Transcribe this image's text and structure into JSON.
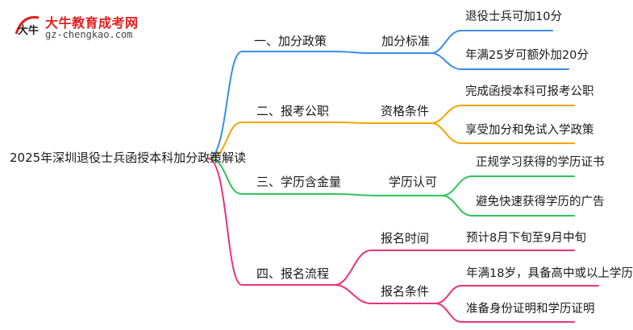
{
  "logo": {
    "brand": "大牛教育成考网",
    "url": "gz-chengkao.com",
    "mark_text": "大牛"
  },
  "root": "2025年深圳退役士兵函授本科加分政策解读",
  "colors": {
    "blue": "#3a8ee6",
    "orange": "#f0a500",
    "green": "#2ec45a",
    "pink": "#e8337a"
  },
  "branches": [
    {
      "label": "一、加分政策",
      "color": "blue",
      "subs": [
        {
          "label": "加分标准",
          "leaves": [
            "退役士兵可加10分",
            "年满25岁可额外加20分"
          ]
        }
      ]
    },
    {
      "label": "二、报考公职",
      "color": "orange",
      "subs": [
        {
          "label": "资格条件",
          "leaves": [
            "完成函授本科可报考公职",
            "享受加分和免试入学政策"
          ]
        }
      ]
    },
    {
      "label": "三、学历含金量",
      "color": "green",
      "subs": [
        {
          "label": "学历认可",
          "leaves": [
            "正规学习获得的学历证书",
            "避免快速获得学历的广告"
          ]
        }
      ]
    },
    {
      "label": "四、报名流程",
      "color": "pink",
      "subs": [
        {
          "label": "报名时间",
          "leaves": [
            "预计8月下旬至9月中旬"
          ]
        },
        {
          "label": "报名条件",
          "leaves": [
            "年满18岁，具备高中或以上学历",
            "准备身份证明和学历证明"
          ]
        }
      ]
    }
  ]
}
